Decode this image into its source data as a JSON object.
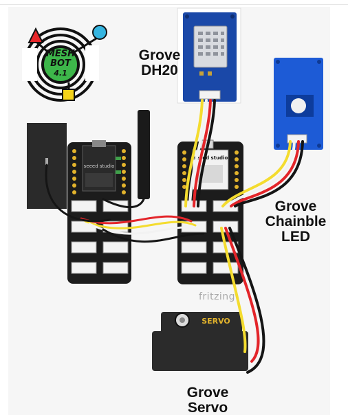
{
  "labels": {
    "dh20": [
      "Grove",
      "DH20"
    ],
    "chainable_led": [
      "Grove",
      "Chainble",
      "LED"
    ],
    "servo": [
      "Grove",
      "Servo"
    ]
  },
  "logo_text": [
    "MESH",
    "BOT",
    "4.1"
  ],
  "board_text": {
    "xiao_brand": "seeed studio",
    "esp_brand": "seeed studio",
    "servo_label": "SERVO"
  },
  "watermark": "fritzing",
  "colors": {
    "board": "#1c1c1c",
    "pin_gold": "#e2b32c",
    "dh20_blue": "#1a48a8",
    "led_blue": "#1d5bd6",
    "logo_red": "#e8262a",
    "logo_cyan": "#36b5e0",
    "logo_yellow": "#f5d31a",
    "logo_green": "#3db64a",
    "wire_red": "#e3252a",
    "wire_yellow": "#f4dc2f",
    "wire_white": "#f2f2f2",
    "wire_black": "#151515",
    "servo_body": "#2b2b2b",
    "servo_label": "#e2b32c"
  }
}
